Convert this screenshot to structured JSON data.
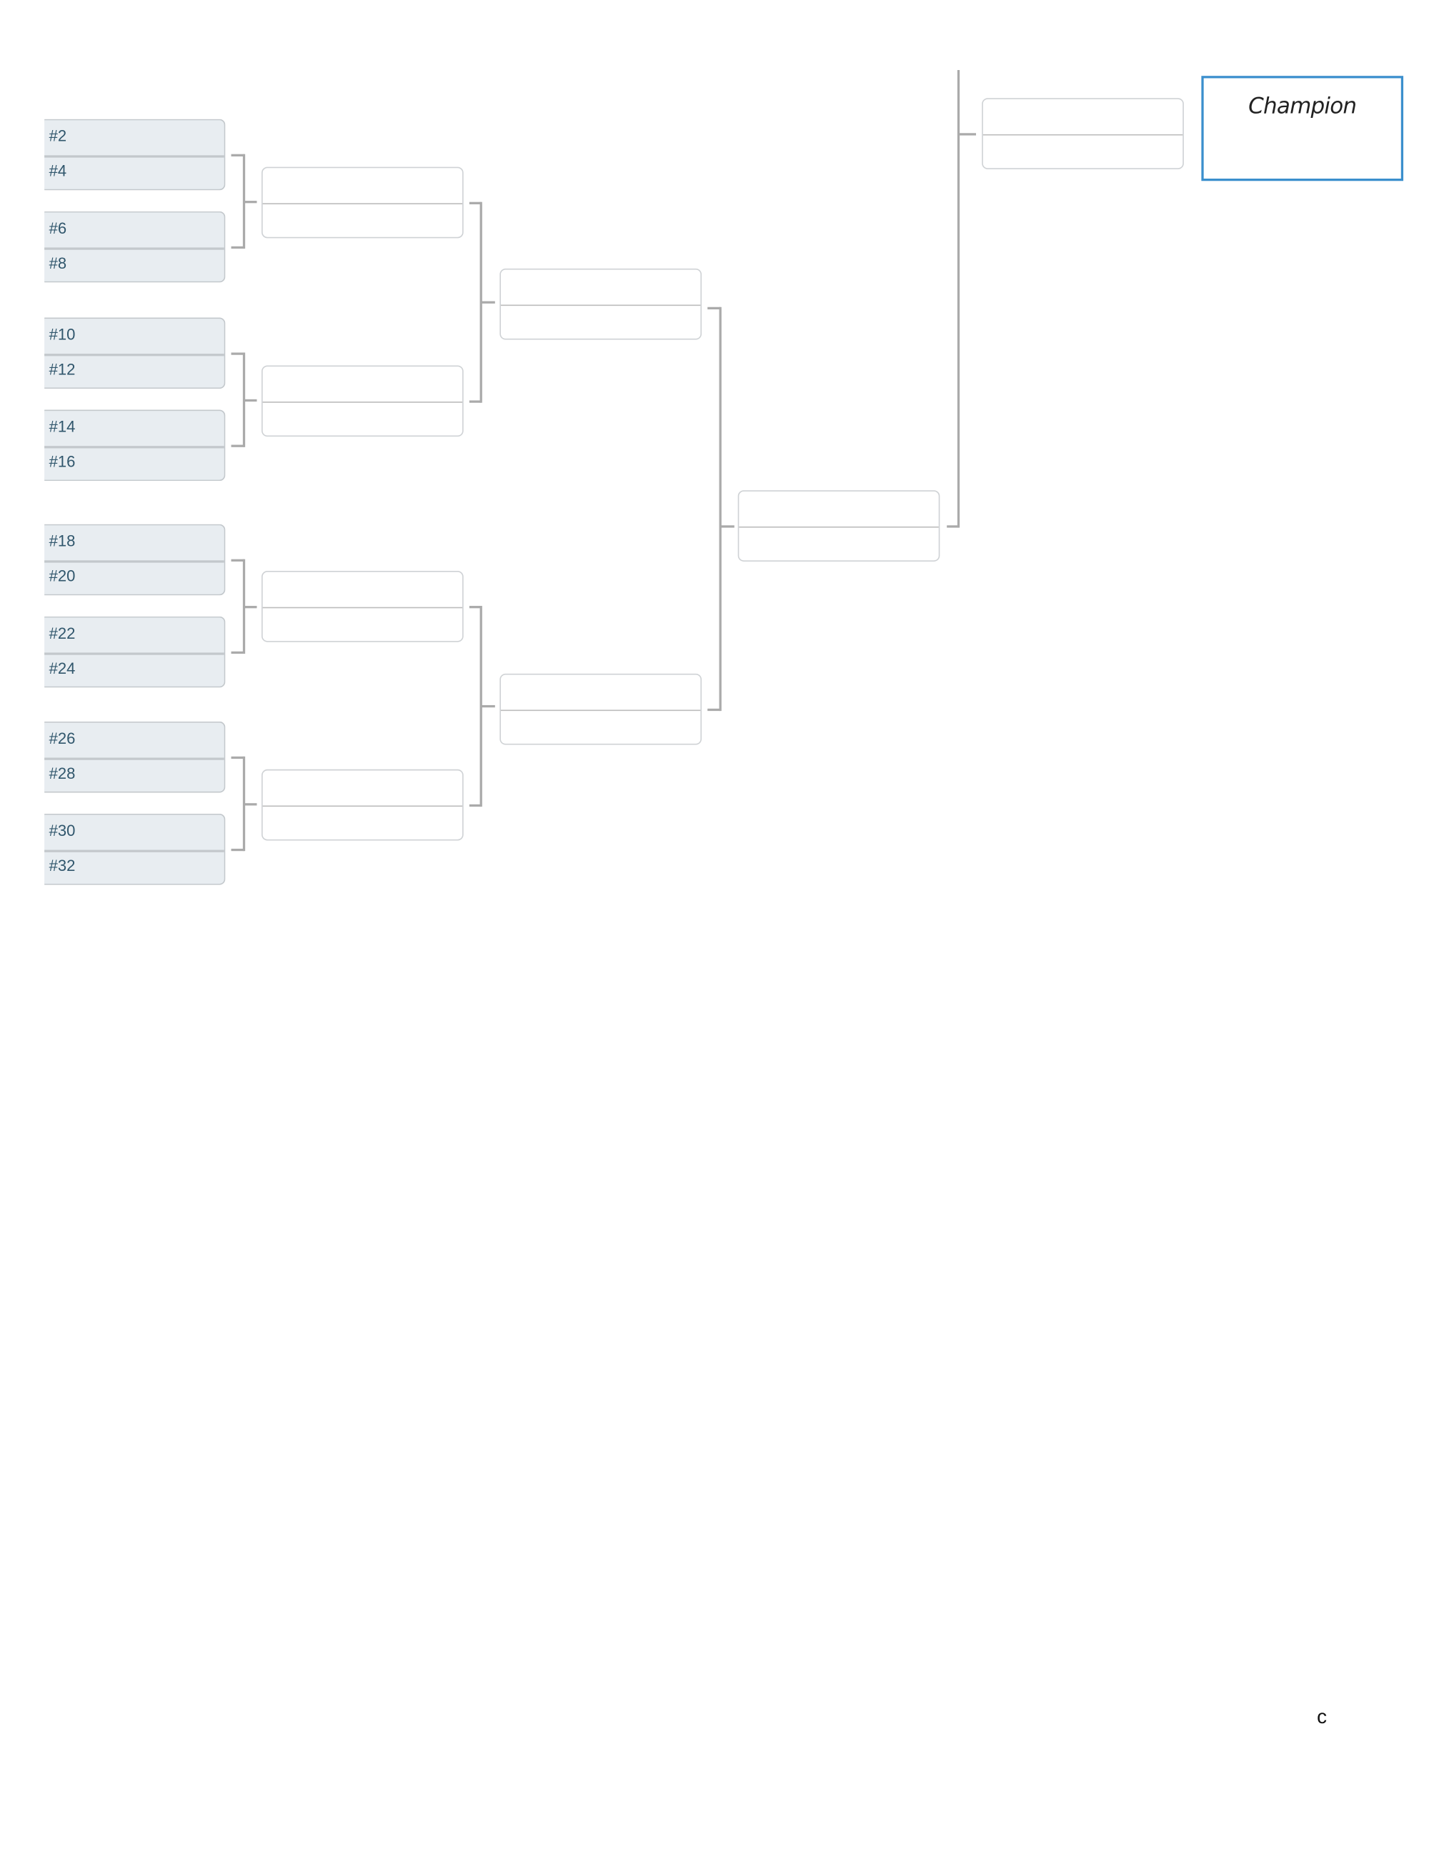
{
  "bracket": {
    "round1": [
      "#2",
      "#4",
      "#6",
      "#8",
      "#10",
      "#12",
      "#14",
      "#16",
      "#18",
      "#20",
      "#22",
      "#24",
      "#26",
      "#28",
      "#30",
      "#32"
    ],
    "champion_label": "Champion",
    "accent_color": "#3b8fcd"
  },
  "footer": {
    "text": "c"
  }
}
